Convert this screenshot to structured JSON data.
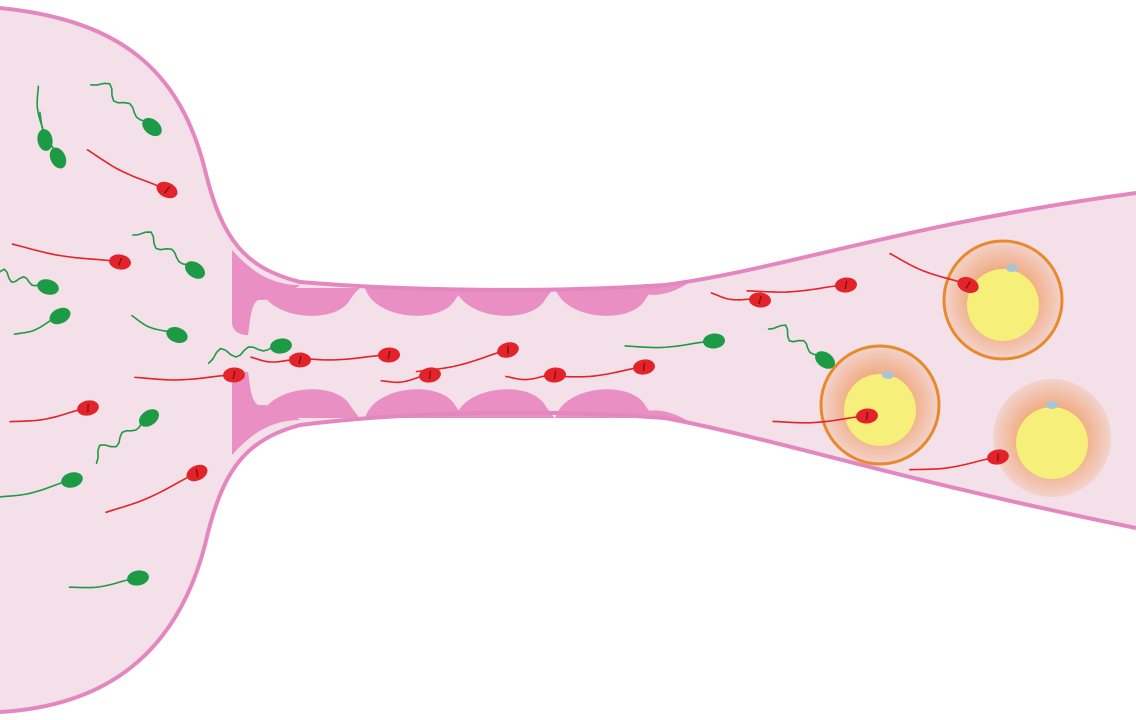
{
  "diagram": {
    "colors": {
      "background": "#ffffff",
      "tract_fill": "#f4e0e8",
      "tract_wall": "#e487c0",
      "crypt_fill": "#e98fc3",
      "sperm_green": "#1d9a45",
      "sperm_red": "#e2232a",
      "egg_yolk": "#f6f07a",
      "egg_halo": "#f0a97a",
      "egg_ring": "#e88a2c",
      "egg_nucleus": "#a8c4d8"
    },
    "sperm_types": [
      "green",
      "red"
    ],
    "sperm_counts": {
      "green": 13,
      "red": 16
    },
    "egg_count": 3
  }
}
